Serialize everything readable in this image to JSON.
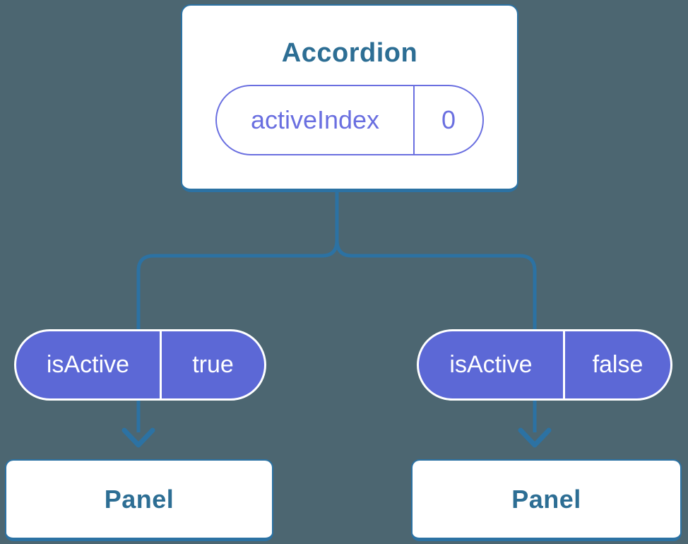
{
  "tree": {
    "root": {
      "label": "Accordion",
      "prop_name": "activeIndex",
      "prop_value": "0"
    },
    "left_child": {
      "prop_name": "isActive",
      "prop_value": "true",
      "panel_label": "Panel"
    },
    "right_child": {
      "prop_name": "isActive",
      "prop_value": "false",
      "panel_label": "Panel"
    }
  },
  "colors": {
    "background": "#4C6671",
    "line_blue": "#2C72A3",
    "text_blue": "#2D6E94",
    "pill_purple": "#5C68D6",
    "pill_outline_purple": "#6A6FE0",
    "card_white": "#FFFFFF"
  }
}
